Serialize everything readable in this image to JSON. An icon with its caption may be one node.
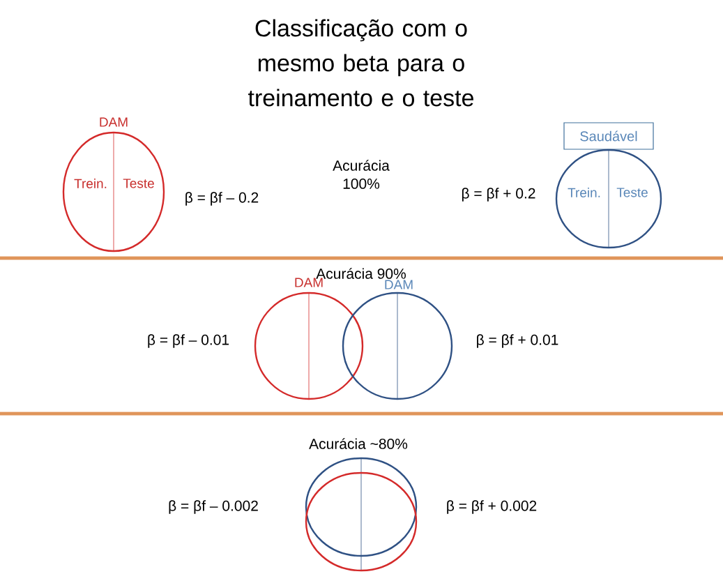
{
  "diagram": {
    "title": "Classificação com o mesmo beta para o treinamento e o teste",
    "nodes": [
      {
        "text": [
          "DAM",
          "Trein.",
          "Teste"
        ]
      },
      {
        "text": [
          "Saudável"
        ]
      },
      {
        "text": [
          "Trein.",
          "Teste"
        ]
      },
      {
        "text": [
          "DAM"
        ]
      },
      {
        "text": [
          "DAM"
        ]
      },
      {
        "text": [],
        "shape": "circle"
      },
      {
        "text": [],
        "shape": "circle"
      }
    ],
    "labels": [
      "β = βf – 0.2",
      "Acurácia 100%",
      "β = βf + 0.2",
      "Acurácia 90%",
      "β = βf – 0.01",
      "β = βf + 0.01",
      "Acurácia ~80%",
      "β = βf – 0.002",
      "β = βf + 0.002"
    ]
  }
}
